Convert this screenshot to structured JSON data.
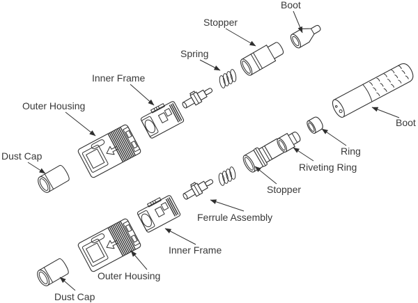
{
  "diagram": {
    "background_color": "#ffffff",
    "line_color": "#2f2f2f",
    "text_color": "#383838",
    "labels": {
      "boot_top": "Boot",
      "stopper_top": "Stopper",
      "spring_top": "Spring",
      "inner_frame_top": "Inner Frame",
      "outer_housing_top": "Outer Housing",
      "dust_cap_top": "Dust Cap",
      "boot_right": "Boot",
      "ring": "Ring",
      "riveting_ring": "Riveting Ring",
      "stopper_bottom": "Stopper",
      "ferrule_assembly": "Ferrule Assembly",
      "inner_frame_bottom": "Inner Frame",
      "outer_housing_bottom": "Outer Housing",
      "dust_cap_bottom": "Dust Cap"
    }
  }
}
